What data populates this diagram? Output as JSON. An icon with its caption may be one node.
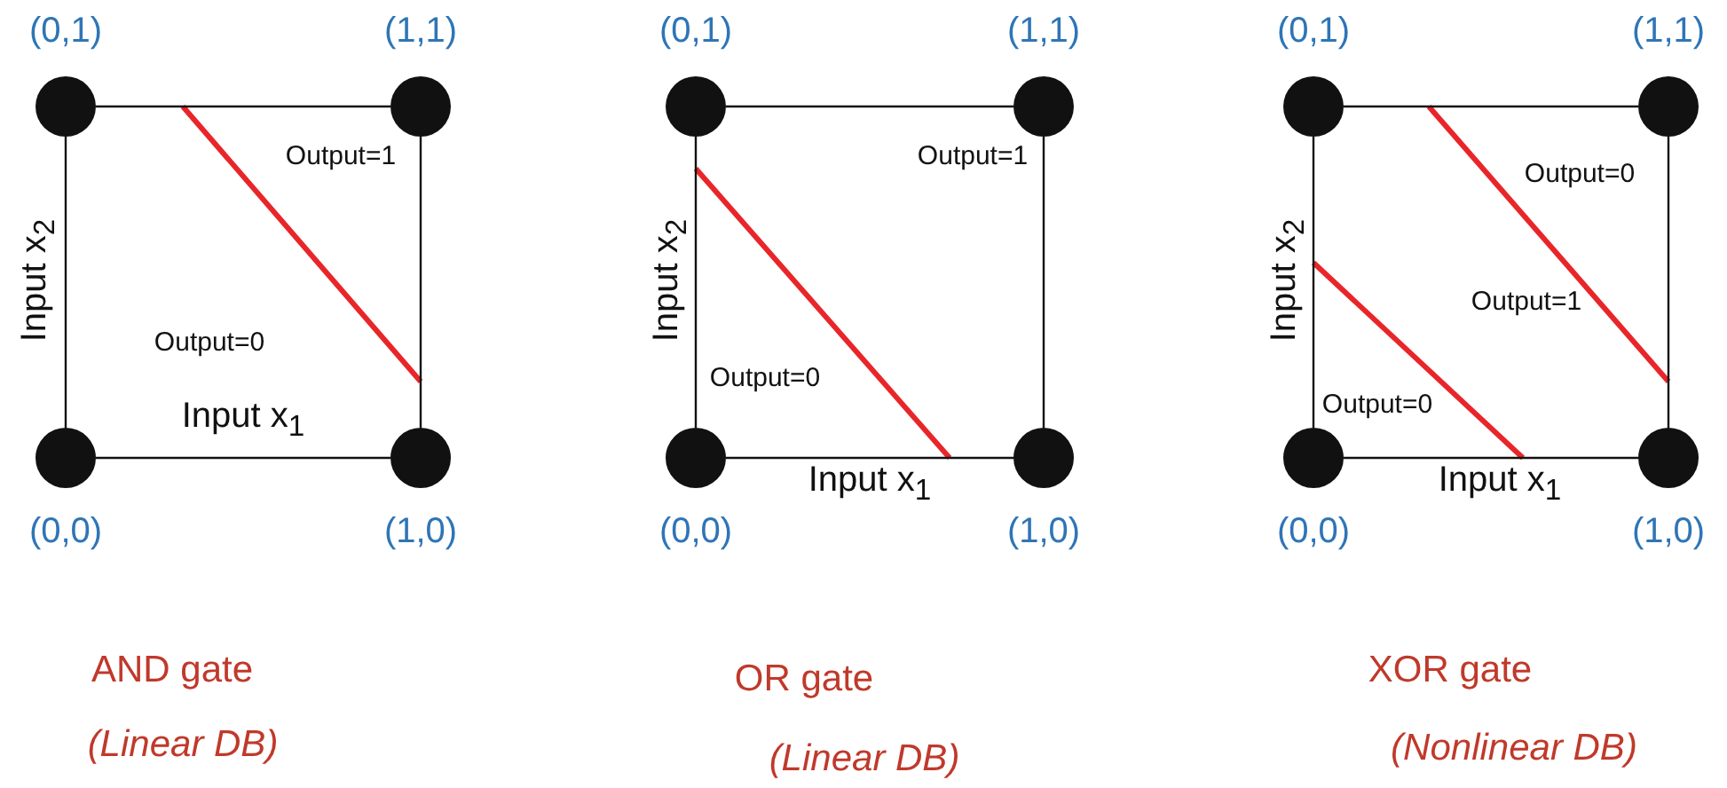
{
  "diagram": {
    "nodes": [
      {
        "text": [],
        "shape": "circle",
        "beside": [
          "(0,1)"
        ]
      },
      {
        "text": [],
        "shape": "circle",
        "beside": [
          "(1,1)"
        ]
      },
      {
        "text": [],
        "shape": "circle",
        "beside": [
          "(0,0)"
        ]
      },
      {
        "text": [],
        "shape": "circle",
        "beside": [
          "(1,0)"
        ]
      },
      {
        "text": [],
        "shape": "circle",
        "beside": [
          "(0,1)"
        ]
      },
      {
        "text": [],
        "shape": "circle",
        "beside": [
          "(1,1)"
        ]
      },
      {
        "text": [],
        "shape": "circle",
        "beside": [
          "(0,0)"
        ]
      },
      {
        "text": [],
        "shape": "circle",
        "beside": [
          "(1,0)"
        ]
      },
      {
        "text": [],
        "shape": "circle",
        "beside": [
          "(0,1)"
        ]
      },
      {
        "text": [],
        "shape": "circle",
        "beside": [
          "(1,1)"
        ]
      },
      {
        "text": [],
        "shape": "circle",
        "beside": [
          "(0,0)"
        ]
      },
      {
        "text": [],
        "shape": "circle",
        "beside": [
          "(1,0)"
        ]
      }
    ],
    "edges": [
      {
        "from": 0,
        "to": 1,
        "arrow": "none"
      },
      {
        "from": 1,
        "to": 3,
        "arrow": "none"
      },
      {
        "from": 2,
        "to": 3,
        "arrow": "none"
      },
      {
        "from": 0,
        "to": 2,
        "arrow": "none"
      },
      {
        "from": 4,
        "to": 5,
        "arrow": "none"
      },
      {
        "from": 5,
        "to": 7,
        "arrow": "none"
      },
      {
        "from": 6,
        "to": 7,
        "arrow": "none"
      },
      {
        "from": 4,
        "to": 6,
        "arrow": "none"
      },
      {
        "from": 8,
        "to": 9,
        "arrow": "none"
      },
      {
        "from": 9,
        "to": 11,
        "arrow": "none"
      },
      {
        "from": 10,
        "to": 11,
        "arrow": "none"
      },
      {
        "from": 8,
        "to": 10,
        "arrow": "none"
      }
    ],
    "labels": [
      "Output=1",
      "Input x$_{2}$",
      "Output=0",
      "Input x$_{1}$",
      "Output=1",
      "Input x$_{2}$",
      "Output=0",
      "Input x$_{1}$",
      "Output=0",
      "Input x$_{2}$",
      "Output=1",
      "Output=0",
      "Input x$_{1}$",
      "AND gate",
      "(Linear DB)",
      "OR gate",
      "(Linear DB)",
      "XOR gate",
      "(Nonlinear DB)"
    ]
  }
}
